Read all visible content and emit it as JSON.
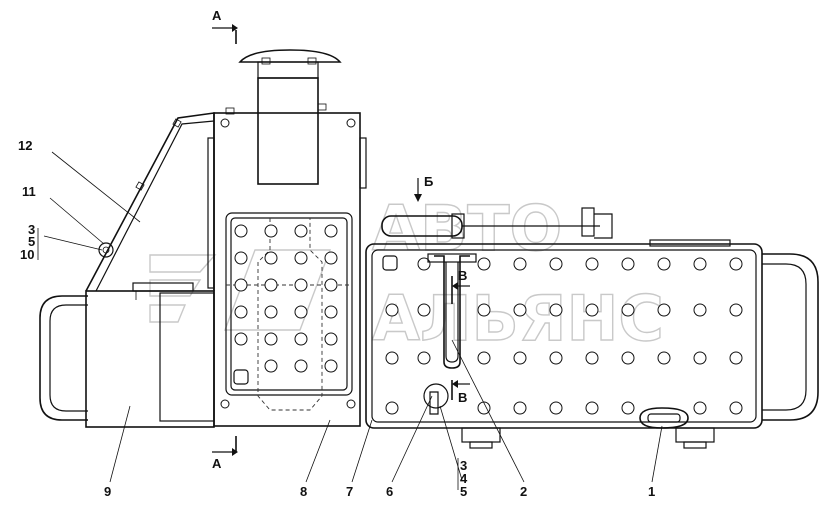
{
  "watermark": {
    "line1": "АВТО",
    "line2": "АЛЬЯНС"
  },
  "section_marks": [
    {
      "id": "a-top",
      "text": "А"
    },
    {
      "id": "a-bottom",
      "text": "А"
    },
    {
      "id": "b-top",
      "text": "Б"
    },
    {
      "id": "v-top",
      "text": "В"
    },
    {
      "id": "v-bottom",
      "text": "В"
    }
  ],
  "callouts": [
    {
      "id": "12",
      "text": "12"
    },
    {
      "id": "11",
      "text": "11"
    },
    {
      "id": "3-left",
      "text": "3"
    },
    {
      "id": "5-left",
      "text": "5"
    },
    {
      "id": "10",
      "text": "10"
    },
    {
      "id": "9",
      "text": "9"
    },
    {
      "id": "8",
      "text": "8"
    },
    {
      "id": "7",
      "text": "7"
    },
    {
      "id": "6",
      "text": "6"
    },
    {
      "id": "3-right",
      "text": "3"
    },
    {
      "id": "4",
      "text": "4"
    },
    {
      "id": "5-right",
      "text": "5"
    },
    {
      "id": "2",
      "text": "2"
    },
    {
      "id": "1",
      "text": "1"
    }
  ]
}
